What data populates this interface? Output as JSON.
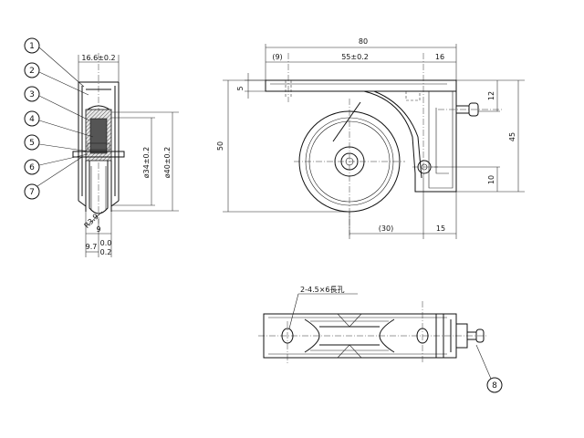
{
  "balloons": [
    "1",
    "2",
    "3",
    "4",
    "5",
    "6",
    "7",
    "8"
  ],
  "side_view": {
    "dims": {
      "width_top": "16.6±0.2",
      "dia_34": "ø34±0.2",
      "dia_40": "ø40±0.2",
      "groove_r": "R3.9",
      "bottom_9": "9",
      "bottom_97": "9.7",
      "tol_upper": "0.0",
      "tol_lower": "0.2"
    }
  },
  "front_view": {
    "dims": {
      "overall_80": "80",
      "offset_9": "(9)",
      "pitch_55": "55±0.2",
      "right_16": "16",
      "flange_5": "5",
      "height_50": "50",
      "right_12": "12",
      "height_45": "45",
      "right_10": "10",
      "bottom_30": "(30)",
      "bottom_15": "15"
    }
  },
  "bottom_view": {
    "hole_note": "2-4.5×6長孔"
  },
  "colors": {
    "line": "#111111",
    "background": "#ffffff"
  }
}
